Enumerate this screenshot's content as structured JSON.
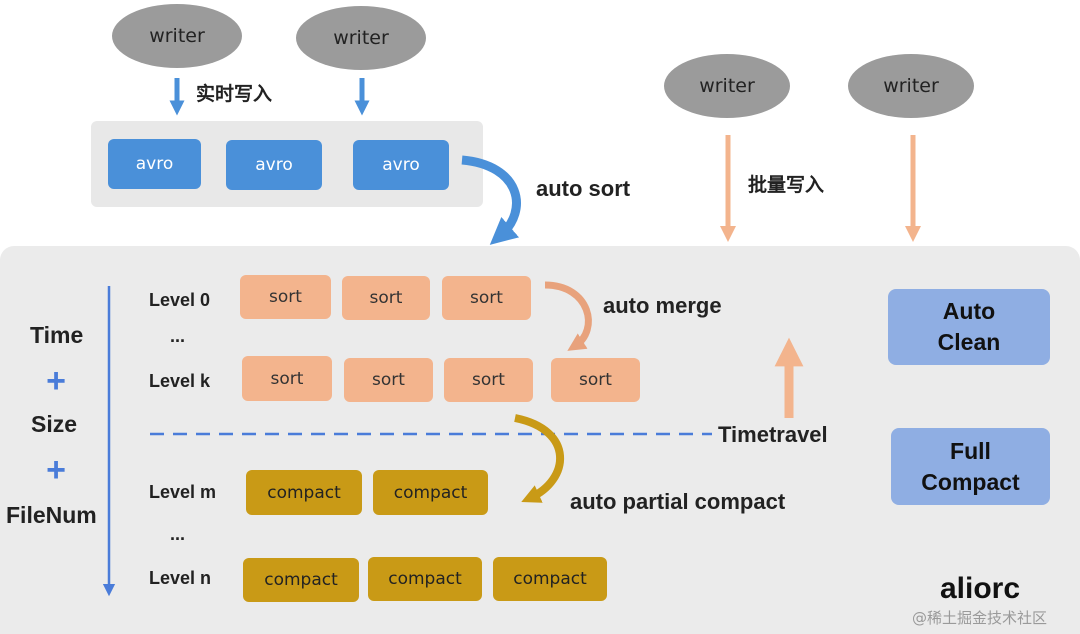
{
  "writers": {
    "top_left": [
      "writer",
      "writer"
    ],
    "top_right": [
      "writer",
      "writer"
    ]
  },
  "labels": {
    "realtime_write": "实时写入",
    "batch_write": "批量写入",
    "auto_sort": "auto sort",
    "auto_merge": "auto merge",
    "timetravel": "Timetravel",
    "auto_partial_compact": "auto partial compact",
    "brand": "aliorc",
    "watermark": "@稀土掘金技术社区"
  },
  "avro_boxes": [
    "avro",
    "avro",
    "avro"
  ],
  "axis": {
    "time": "Time",
    "plus1": "+",
    "size": "Size",
    "plus2": "+",
    "filenum": "FileNum"
  },
  "levels": {
    "level0": "Level 0",
    "dots1": "...",
    "levelk": "Level k",
    "levelm": "Level m",
    "dots2": "...",
    "leveln": "Level n"
  },
  "sort_row0": [
    "sort",
    "sort",
    "sort"
  ],
  "sort_rowk": [
    "sort",
    "sort",
    "sort",
    "sort"
  ],
  "compact_rowm": [
    "compact",
    "compact"
  ],
  "compact_rown": [
    "compact",
    "compact",
    "compact"
  ],
  "side": {
    "auto_clean_line1": "Auto",
    "auto_clean_line2": "Clean",
    "full_compact_line1": "Full",
    "full_compact_line2": "Compact"
  },
  "colors": {
    "blue_arrow": "#4a90d9",
    "orange_arrow": "#f3b48d",
    "gold": "#c99a16",
    "side_box": "#8faee3"
  }
}
